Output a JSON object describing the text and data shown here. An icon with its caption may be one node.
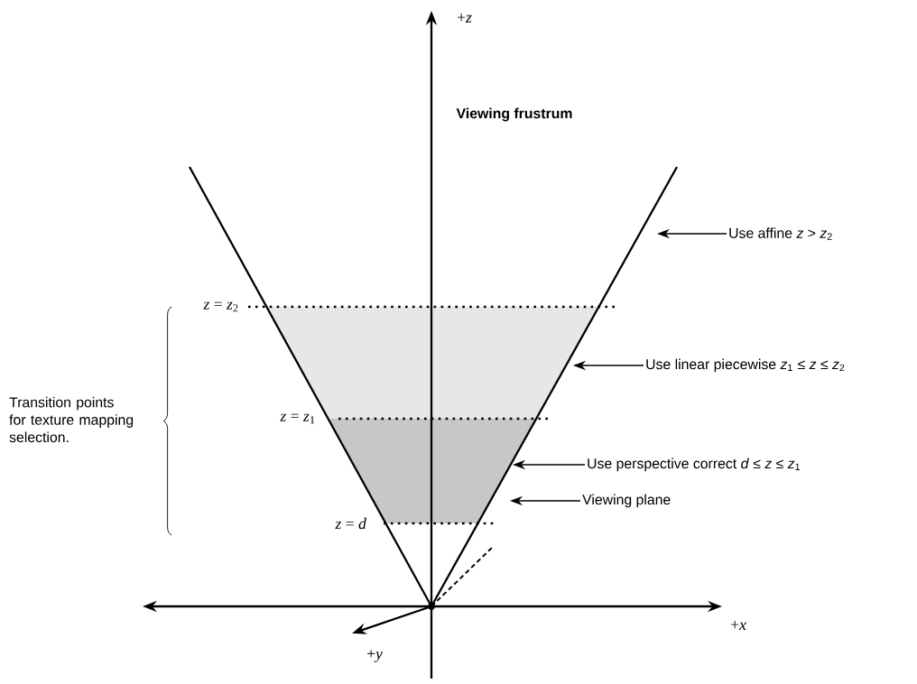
{
  "diagram": {
    "title": "Viewing frustrum",
    "nodes": [
      {
        "text": [
          "Use affine *z* > *z*$_{2}$"
        ]
      },
      {
        "text": [
          "Use linear piecewise *z*$_{1}$ ≤ *z* ≤ *z*$_{2}$"
        ]
      },
      {
        "text": [
          "Use perspective correct *d* ≤ *z* ≤ *z*$_{1}$"
        ]
      },
      {
        "text": [
          "Viewing plane"
        ]
      }
    ],
    "edges": [
      {
        "from": 0,
        "to": null,
        "arrow": "to"
      },
      {
        "from": 1,
        "to": null,
        "arrow": "to"
      },
      {
        "from": 2,
        "to": null,
        "arrow": "to"
      },
      {
        "from": 3,
        "to": null,
        "arrow": "to"
      }
    ],
    "labels": [
      "+*z*",
      "*z* = *z*$_{2}$",
      "Transition points for texture mapping selection.",
      "*z* = *z*$_{1}$",
      "*z* = *d*",
      "+*x*",
      "+*y*"
    ]
  }
}
